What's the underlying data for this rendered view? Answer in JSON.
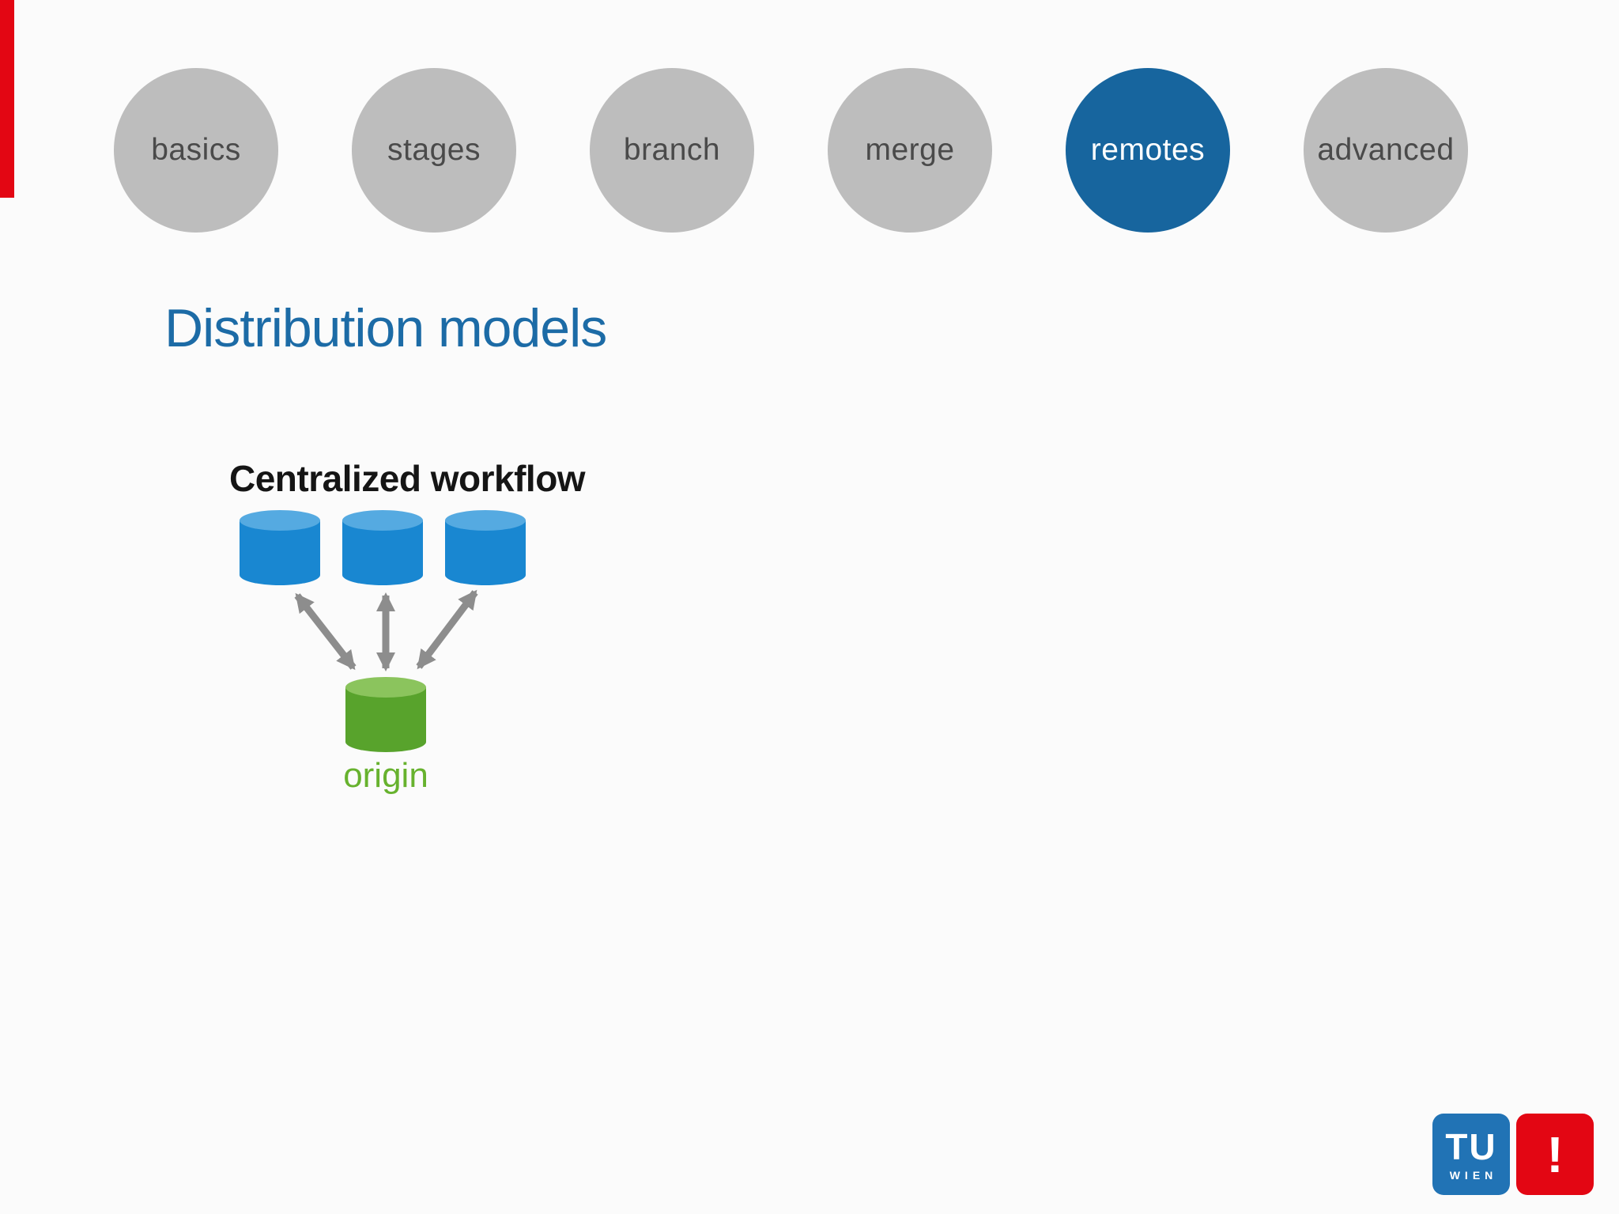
{
  "slide": {
    "background": "#fbfbfb",
    "accent_stripe_color": "#e30613"
  },
  "nav": {
    "items": [
      {
        "label": "basics",
        "active": false
      },
      {
        "label": "stages",
        "active": false
      },
      {
        "label": "branch",
        "active": false
      },
      {
        "label": "merge",
        "active": false
      },
      {
        "label": "remotes",
        "active": true
      },
      {
        "label": "advanced",
        "active": false
      }
    ],
    "inactive_fill": "#bdbdbd",
    "active_fill": "#17659e",
    "inactive_text": "#4a4a4a",
    "active_text": "#ffffff"
  },
  "title": {
    "text": "Distribution models",
    "color": "#1c6ba6"
  },
  "diagram": {
    "heading": "Centralized workflow",
    "heading_color": "#151515",
    "client_repos": {
      "count": 3,
      "body_color": "#1987d1",
      "top_color": "#55aae1"
    },
    "origin_repo": {
      "label": "origin",
      "label_color": "#67b22e",
      "body_color": "#58a32c",
      "top_color": "#8bc45d"
    },
    "arrows": {
      "color": "#8d8d8d",
      "style": "double-headed",
      "count": 3
    }
  },
  "logo": {
    "tu_text": "TU",
    "wien_text": "WIEN",
    "exclamation_text": "!",
    "tu_box_color": "#2173b5",
    "exclamation_box_color": "#e30613",
    "text_color": "#ffffff"
  }
}
